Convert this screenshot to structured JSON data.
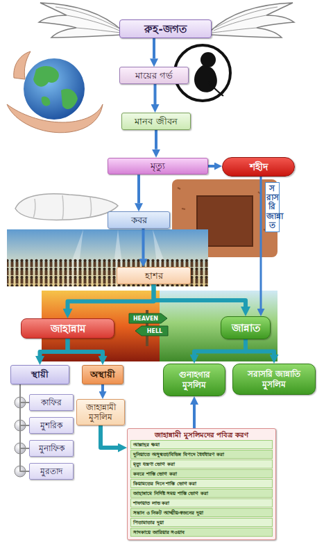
{
  "diagram": {
    "nodes": [
      {
        "text": [
          "রুহ-জগত"
        ]
      },
      {
        "text": [
          "মায়ের গর্ভ"
        ]
      },
      {
        "text": [
          "মানব জীবন"
        ]
      },
      {
        "text": [
          "মৃত্যু"
        ]
      },
      {
        "text": [
          "শহীদ"
        ]
      },
      {
        "text": [
          "কবর"
        ]
      },
      {
        "text": [
          "হাশর"
        ]
      },
      {
        "text": [
          "জাহান্নাম"
        ]
      },
      {
        "text": [
          "জান্নাত"
        ]
      },
      {
        "text": [
          "স্থায়ী"
        ]
      },
      {
        "text": [
          "অস্থায়ী"
        ]
      },
      {
        "text": [
          "গুনাহগার মুসলিম"
        ]
      },
      {
        "text": [
          "সরাসরি জান্নাতি মুসলিম"
        ]
      },
      {
        "text": [
          "কাফির"
        ]
      },
      {
        "text": [
          "মুশরিক"
        ]
      },
      {
        "text": [
          "মুনাফিক"
        ]
      },
      {
        "text": [
          "মুরতাদ"
        ]
      },
      {
        "text": [
          "জাহান্নামী মুসলিম"
        ]
      },
      {
        "text": [
          "জাহান্নামী মুসলিমদের পবিত্র করণ"
        ]
      },
      {
        "text": [
          "আল্লাহর ক্ষমা"
        ],
        "in": 18
      },
      {
        "text": [
          "দুনিয়াতে অসুস্থতা/বিভিন্ন বিপদে ধৈর্যধারণ করা"
        ],
        "in": 18
      },
      {
        "text": [
          "মৃত্যু যন্ত্রণা ভোগ করা"
        ],
        "in": 18
      },
      {
        "text": [
          "কবরে শাস্তি ভোগ করা"
        ],
        "in": 18
      },
      {
        "text": [
          "কিয়ামতের দিনে শাস্তি ভোগ করা"
        ],
        "in": 18
      },
      {
        "text": [
          "জাহান্নামে নির্দিষ্ট সময় শাস্তি ভোগ করা"
        ],
        "in": 18
      },
      {
        "text": [
          "শাফায়াত লাভ করা"
        ],
        "in": 18
      },
      {
        "text": [
          "সন্তান ও নিকট আত্মীয়-স্বজনের দুয়া"
        ],
        "in": 18
      },
      {
        "text": [
          "পিতামাতার দুয়া"
        ],
        "in": 18
      },
      {
        "text": [
          "সাদকায়ে জারিয়ার সওয়াব"
        ],
        "in": 18
      }
    ],
    "edges": [
      {
        "from": 0,
        "to": 1,
        "arrow": "to"
      },
      {
        "from": 1,
        "to": 2,
        "arrow": "to"
      },
      {
        "from": 2,
        "to": 3,
        "arrow": "to"
      },
      {
        "from": 3,
        "to": 4,
        "arrow": "to"
      },
      {
        "from": 3,
        "to": 5,
        "arrow": "to"
      },
      {
        "from": 5,
        "to": 6,
        "arrow": "to"
      },
      {
        "from": 6,
        "to": 7,
        "arrow": "to"
      },
      {
        "from": 6,
        "to": 8,
        "arrow": "to"
      },
      {
        "from": 4,
        "to": 8,
        "label": "সরাসরি জান্নাত",
        "arrow": "to"
      },
      {
        "from": 7,
        "to": 9,
        "arrow": "to"
      },
      {
        "from": 7,
        "to": 10,
        "arrow": "to"
      },
      {
        "from": 8,
        "to": 11,
        "arrow": "to"
      },
      {
        "from": 8,
        "to": 12,
        "arrow": "to"
      },
      {
        "from": 9,
        "to": 13,
        "arrow": "none"
      },
      {
        "from": 9,
        "to": 14,
        "arrow": "none"
      },
      {
        "from": 9,
        "to": 15,
        "arrow": "none"
      },
      {
        "from": 9,
        "to": 16,
        "arrow": "none"
      },
      {
        "from": 10,
        "to": 17,
        "arrow": "to"
      },
      {
        "from": 17,
        "to": 18,
        "arrow": "to"
      },
      {
        "from": 18,
        "to": 11,
        "arrow": "to"
      }
    ],
    "labels": [
      "HEAVEN",
      "HELL"
    ]
  }
}
